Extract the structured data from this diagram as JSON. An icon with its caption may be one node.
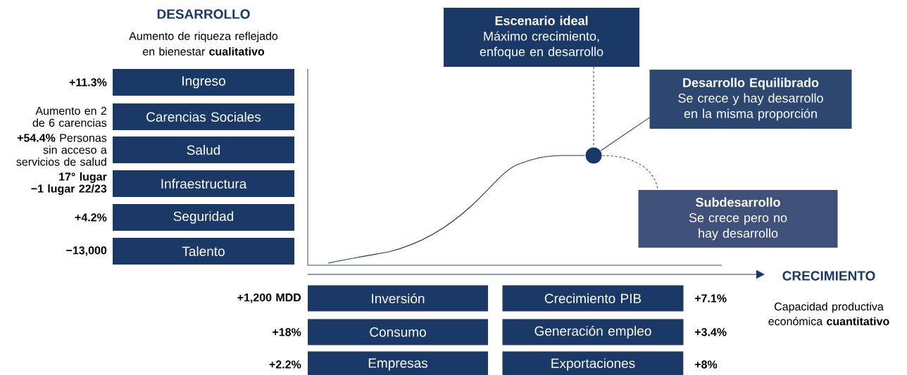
{
  "diagram": {
    "nodes": [
      {
        "text": [
          "Ingreso"
        ],
        "beside": [
          "+11.3%"
        ]
      },
      {
        "text": [
          "Carencias Sociales"
        ],
        "beside": [
          "Aumento en 2 de 6 carencias"
        ]
      },
      {
        "text": [
          "Salud"
        ],
        "beside": [
          "**+54.4%** Personas sin acceso a servicios de salud"
        ]
      },
      {
        "text": [
          "Infraestructura"
        ],
        "beside": [
          "17° lugar",
          "−1 lugar 22/23"
        ]
      },
      {
        "text": [
          "Seguridad"
        ],
        "beside": [
          "+4.2%"
        ]
      },
      {
        "text": [
          "Talento"
        ],
        "beside": [
          "−13,000"
        ]
      },
      {
        "text": [
          "Inversión"
        ],
        "beside": [
          "+1,200 MDD"
        ]
      },
      {
        "text": [
          "Consumo"
        ],
        "beside": [
          "+18%"
        ]
      },
      {
        "text": [
          "Empresas"
        ],
        "beside": [
          "+2.2%"
        ]
      },
      {
        "text": [
          "Crecimiento PIB"
        ],
        "beside": [
          "+7.1%"
        ]
      },
      {
        "text": [
          "Generación empleo"
        ],
        "beside": [
          "+3.4%"
        ]
      },
      {
        "text": [
          "Exportaciones"
        ],
        "beside": [
          "+8%"
        ]
      },
      {
        "text": [
          "Escenario ideal",
          "Máximo crecimiento, enfoque en desarrollo"
        ]
      },
      {
        "text": [
          "Desarrollo Equilibrado",
          "Se crece y hay desarrollo en la misma proporción"
        ]
      },
      {
        "text": [
          "Subdesarrollo",
          "Se crece pero no hay desarrollo"
        ]
      },
      {
        "text": [],
        "shape": "circle"
      }
    ],
    "edges": [
      {
        "from": 12,
        "to": 15,
        "arrow": "none",
        "style": "dashed"
      },
      {
        "from": 13,
        "to": 15,
        "arrow": "none"
      },
      {
        "from": 15,
        "to": 14,
        "arrow": "none",
        "style": "dashed"
      }
    ],
    "labels": [
      "DESARROLLO",
      "Aumento de riqueza reflejado en bienestar **cualitativo**",
      "CRECIMIENTO",
      "Capacidad productiva económica **cuantitativo**"
    ]
  }
}
